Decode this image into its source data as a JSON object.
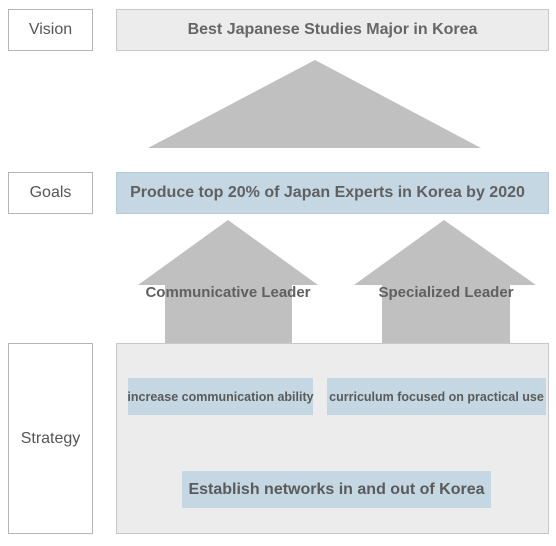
{
  "rows": {
    "vision": "Vision",
    "goals": "Goals",
    "strategy": "Strategy"
  },
  "vision_text": "Best Japanese Studies Major in Korea",
  "goal_text": "Produce top 20% of Japan Experts in Korea by 2020",
  "leaders": {
    "left": "Communicative Leader",
    "right": "Specialized Leader"
  },
  "strategies": {
    "communication": "increase communication ability",
    "curriculum": "curriculum focused on practical use",
    "networks": "Establish networks in and out of Korea"
  },
  "colors": {
    "arrow_grey": "#c0c0c0",
    "blue_fill": "#c4d7e3",
    "panel_grey": "#ececec",
    "text": "#555555"
  }
}
